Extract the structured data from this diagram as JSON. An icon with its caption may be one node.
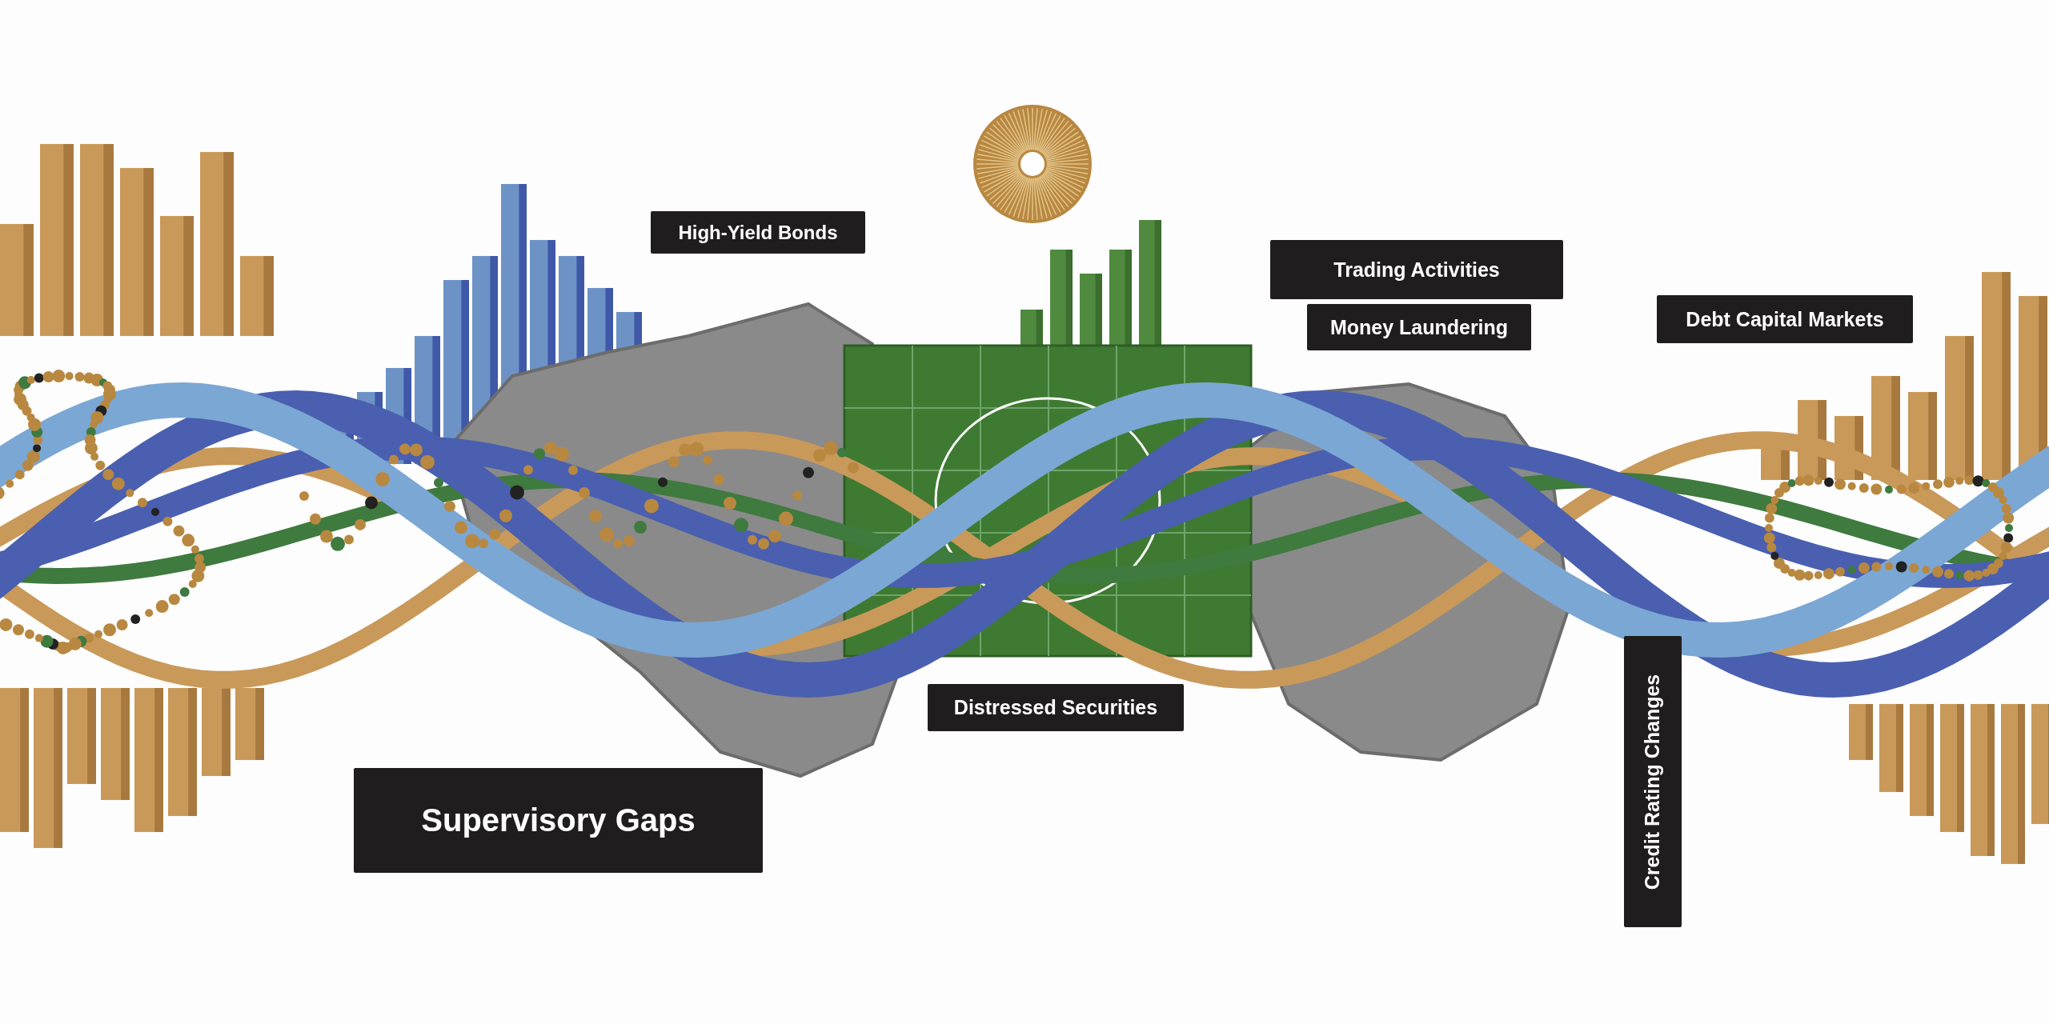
{
  "diagram": {
    "nodes": [
      {
        "text": [
          "High-Yield Bonds"
        ]
      },
      {
        "text": [
          "Trading Activities"
        ]
      },
      {
        "text": [
          "Money Laundering"
        ]
      },
      {
        "text": [
          "Debt Capital Markets"
        ]
      },
      {
        "text": [
          "Distressed Securities"
        ]
      },
      {
        "text": [
          "Supervisory Gaps"
        ]
      },
      {
        "text": [
          "Credit Rating Changes"
        ]
      }
    ]
  }
}
